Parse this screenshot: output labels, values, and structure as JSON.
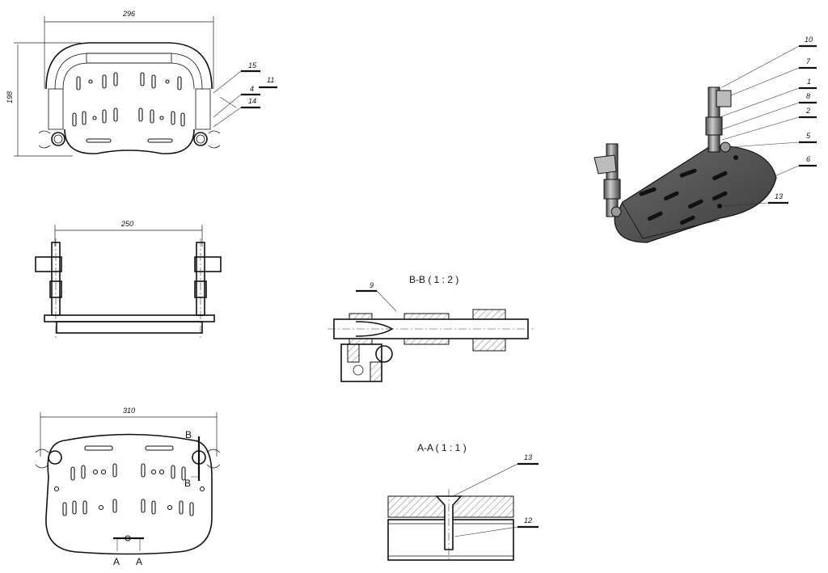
{
  "views": {
    "top_view": {
      "dim_width": "296",
      "dim_height": "198",
      "callouts": [
        "15",
        "11",
        "4",
        "14"
      ]
    },
    "front_view": {
      "dim_width": "250"
    },
    "bottom_view": {
      "dim_width": "310",
      "section_b_labels": [
        "B",
        "B"
      ],
      "section_a_labels": [
        "A",
        "A"
      ]
    },
    "section_bb": {
      "title": "B-B ( 1 : 2 )",
      "callouts": [
        "9"
      ]
    },
    "section_aa": {
      "title": "A-A ( 1 : 1 )",
      "callouts": [
        "13",
        "12"
      ]
    },
    "isometric": {
      "callouts": [
        "10",
        "7",
        "1",
        "8",
        "2",
        "5",
        "6",
        "13"
      ]
    }
  }
}
